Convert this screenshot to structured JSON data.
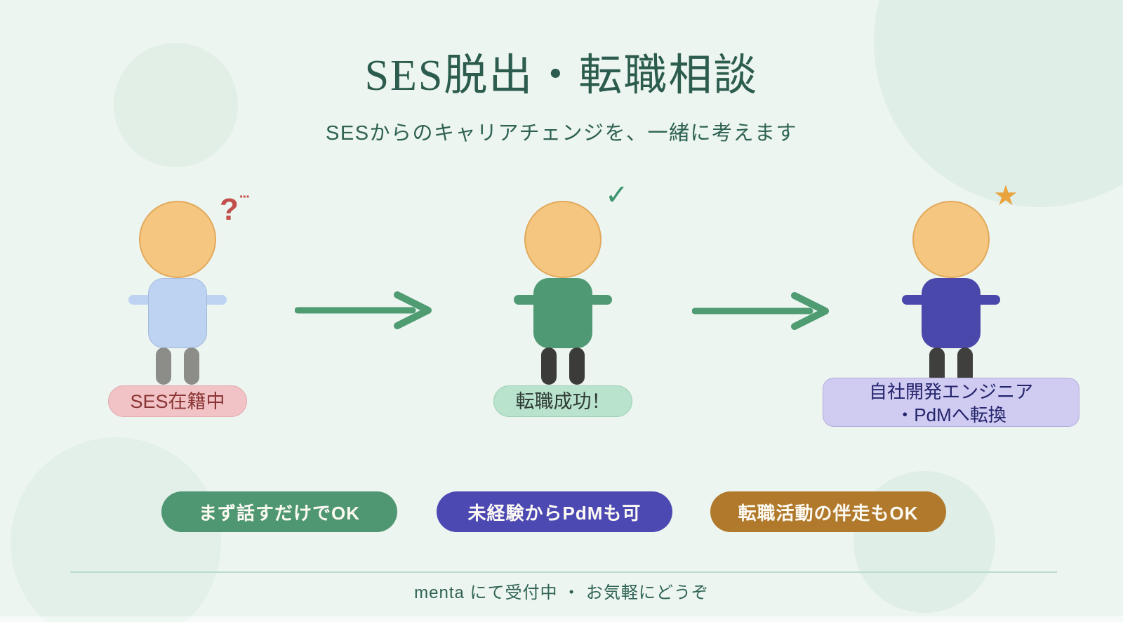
{
  "poster": {
    "background_color": "#edf5f0",
    "accent_color": "#2b5c4d",
    "head_color": "#f4c67f"
  },
  "header": {
    "title": "SES脱出・転職相談",
    "subtitle": "SESからのキャリアチェンジを、一緒に考えます"
  },
  "flow": {
    "arrow_color": "#4f9c73",
    "steps": [
      {
        "label": "SES在籍中",
        "mark": "question-mark",
        "mark_symbol": "?",
        "mark_dots": "···",
        "mark_color": "#c14f4b",
        "shirt_color": "#bed3f2",
        "leg_color": "#8c8c88",
        "badge_bg": "#f1c3c6",
        "badge_text_color": "#8a3433"
      },
      {
        "label": "転職成功！",
        "mark": "checkmark",
        "mark_symbol": "✓",
        "mark_color": "#3d9570",
        "shirt_color": "#4f9a74",
        "leg_color": "#3b3b39",
        "badge_bg": "#b9e3cc",
        "badge_text_color": "#2e3a33"
      },
      {
        "label_line1": "自社開発エンジニア",
        "label_line2": "・PdMへ転換",
        "mark": "star",
        "mark_symbol": "★",
        "mark_color": "#e9a43e",
        "shirt_color": "#4b48ab",
        "leg_color": "#3f3f3d",
        "badge_bg": "#cfcbf1",
        "badge_text_color": "#24246d"
      }
    ]
  },
  "tags": [
    {
      "label": "まず話すだけでOK",
      "bg": "#4f9672"
    },
    {
      "label": "未経験からPdMも可",
      "bg": "#4d49b3"
    },
    {
      "label": "転職活動の伴走もOK",
      "bg": "#b1792c"
    }
  ],
  "footer": {
    "note": "menta にて受付中 ・ お気軽にどうぞ"
  }
}
